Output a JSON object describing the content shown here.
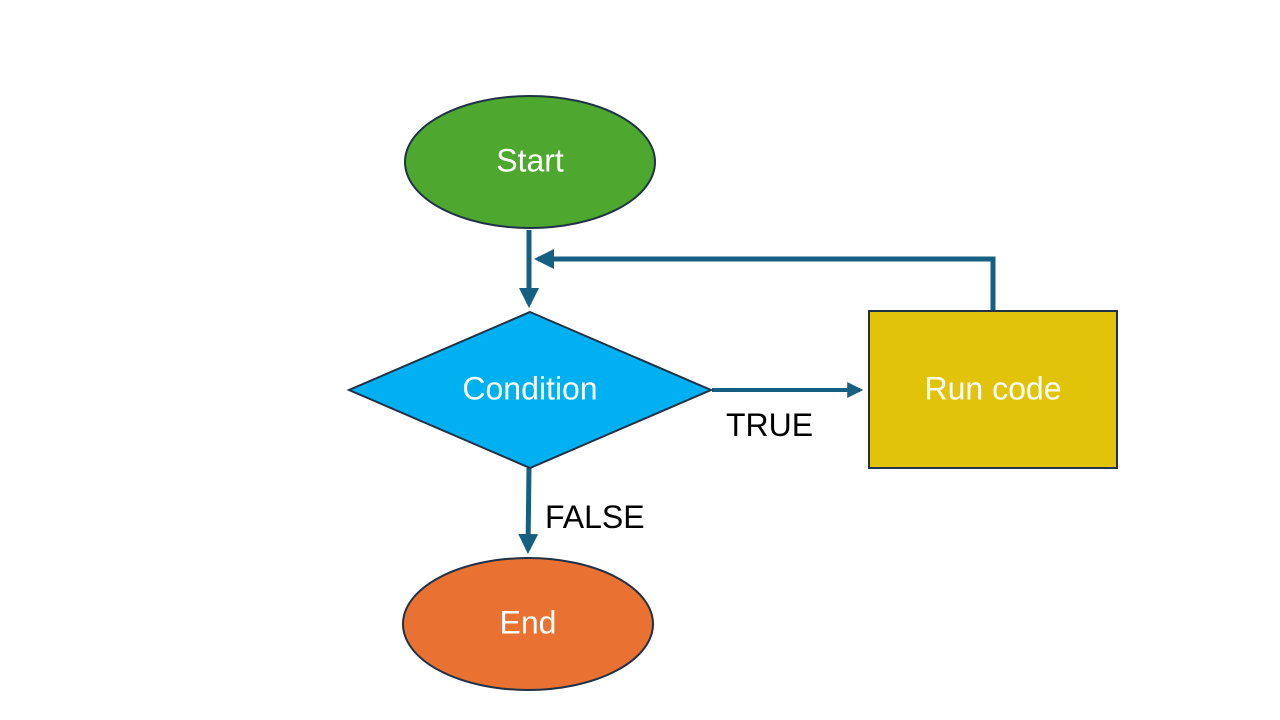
{
  "nodes": {
    "start": {
      "label": "Start",
      "shape": "ellipse",
      "color": "#4EA72E"
    },
    "condition": {
      "label": "Condition",
      "shape": "diamond",
      "color": "#00B0F0"
    },
    "run_code": {
      "label": "Run code",
      "shape": "rectangle",
      "color": "#E1C409"
    },
    "end": {
      "label": "End",
      "shape": "ellipse",
      "color": "#E97132"
    }
  },
  "edges": {
    "true_label": "TRUE",
    "false_label": "FALSE"
  },
  "colors": {
    "arrow": "#156082",
    "outline": "#1F3247",
    "node_text": "#FFFFFF",
    "edge_text": "#000000"
  }
}
